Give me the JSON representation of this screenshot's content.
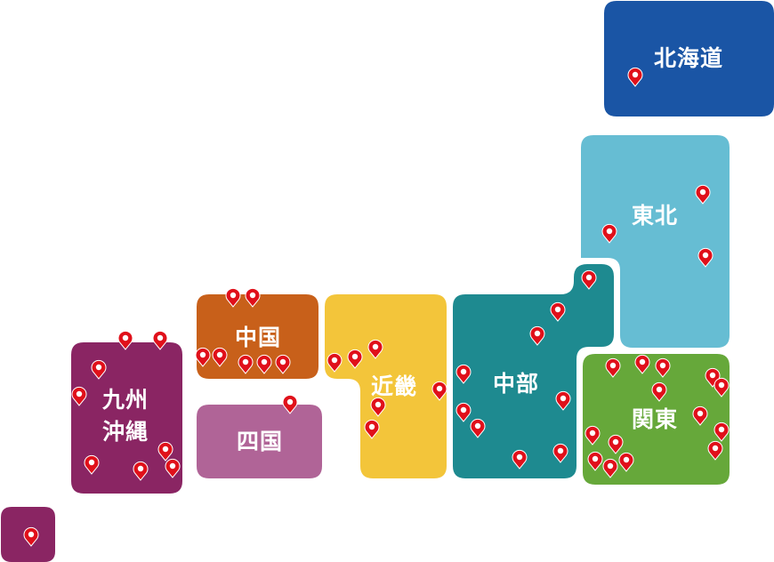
{
  "regions": {
    "hokkaido": {
      "label": "北海道",
      "color": "#1a55a5"
    },
    "tohoku": {
      "label": "東北",
      "color": "#66bdd3"
    },
    "chubu": {
      "label": "中部",
      "color": "#1e8a90"
    },
    "kanto": {
      "label": "関東",
      "color": "#66a83a"
    },
    "kinki": {
      "label": "近畿",
      "color": "#f3c53a"
    },
    "chugoku": {
      "label": "中国",
      "color": "#c8601a"
    },
    "shikoku": {
      "label": "四国",
      "color": "#b06497"
    },
    "kyushu": {
      "label_line1": "九州",
      "label_line2": "沖縄",
      "color": "#8a2563"
    }
  },
  "pin": {
    "icon": "map-pin-icon",
    "color": "#e0101a"
  }
}
